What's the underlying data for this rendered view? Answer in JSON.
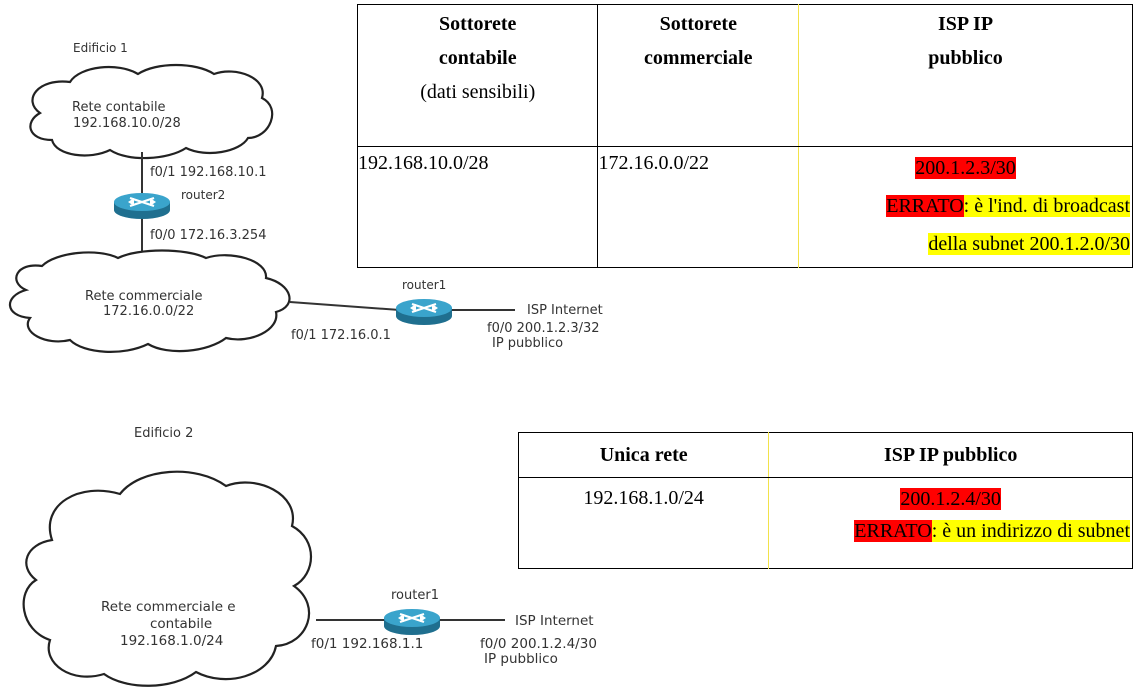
{
  "colors": {
    "highlight_red": "#ff0000",
    "highlight_yellow": "#ffff00",
    "router": "#2c8fb5",
    "line": "#333333"
  },
  "building1": {
    "title": "Edificio 1",
    "cloud_contabile": {
      "name": "Rete contabile",
      "net": "192.168.10.0/28"
    },
    "router2": {
      "name": "router2",
      "if_top": "f0/1 192.168.10.1",
      "if_bottom": "f0/0 172.16.3.254"
    },
    "cloud_commerciale": {
      "name": "Rete commerciale",
      "net": "172.16.0.0/22"
    },
    "router1": {
      "name": "router1",
      "if_left": "f0/1 172.16.0.1",
      "if_right": "f0/0 200.1.2.3/32",
      "if_right_note": "IP pubblico"
    },
    "isp": "ISP Internet",
    "table": {
      "headers": {
        "col1": [
          "Sottorete",
          "contabile"
        ],
        "col1_note": "(dati sensibili)",
        "col2": [
          "Sottorete",
          "commerciale"
        ],
        "col3": [
          "ISP IP",
          "pubblico"
        ]
      },
      "row": {
        "col1": "192.168.10.0/28",
        "col2": "172.16.0.0/22",
        "col3_value": "200.1.2.3/30",
        "col3_err_word": "ERRATO",
        "col3_err_rest1": ": è l'ind. di broadcast",
        "col3_err_rest2": "della subnet 200.1.2.0/30"
      }
    }
  },
  "building2": {
    "title": "Edificio 2",
    "cloud": {
      "name1": "Rete commerciale e",
      "name2": "contabile",
      "net": "192.168.1.0/24"
    },
    "router1": {
      "name": "router1",
      "if_left": "f0/1 192.168.1.1",
      "if_right": "f0/0 200.1.2.4/30",
      "if_right_note": "IP pubblico"
    },
    "isp": "ISP Internet",
    "table": {
      "headers": {
        "col1": "Unica rete",
        "col2": "ISP IP pubblico"
      },
      "row": {
        "col1": "192.168.1.0/24",
        "col2_value": "200.1.2.4/30",
        "col2_err_word": "ERRATO",
        "col2_err_rest": ": è un indirizzo di subnet"
      }
    }
  }
}
